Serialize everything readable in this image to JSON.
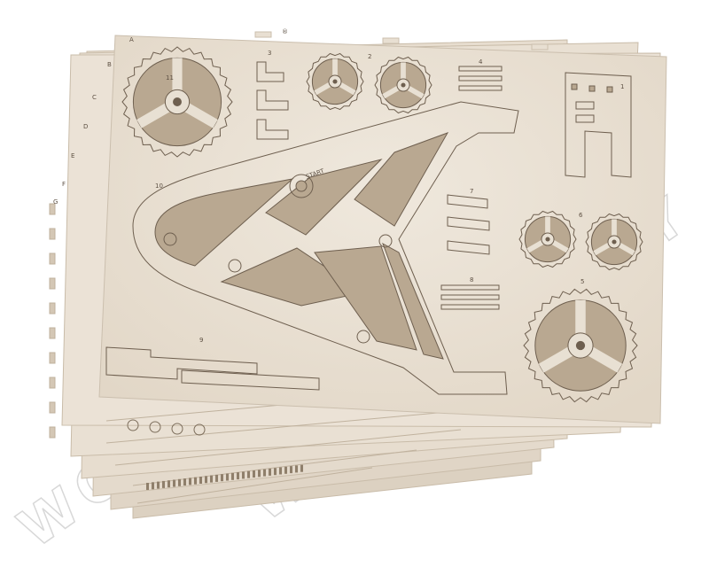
{
  "watermark": {
    "text": "WOODEN.CITY"
  },
  "sheet_letters": [
    "A",
    "B",
    "C",
    "D",
    "E",
    "F",
    "G"
  ],
  "part_numbers": [
    "1",
    "2",
    "3",
    "4",
    "5",
    "6",
    "7",
    "8",
    "9",
    "10",
    "11"
  ],
  "start_label": "START",
  "trademark": "®",
  "colors": {
    "plywood_light": "#ece4d8",
    "plywood_shadow": "#d8ccbc",
    "engraving": "#6e5f4f",
    "cutout": "#b9a891"
  }
}
